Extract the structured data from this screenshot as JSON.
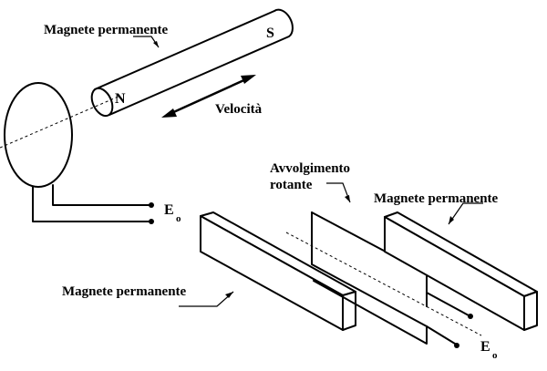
{
  "labels": {
    "top_magnet": "Magnete permanente",
    "south_pole": "S",
    "north_pole": "N",
    "velocity": "Velocità",
    "eo_top": "E",
    "eo_top_sub": "o",
    "coil_line1": "Avvolgimento",
    "coil_line2": "rotante",
    "right_magnet": "Magnete permanente",
    "left_magnet": "Magnete permanente",
    "eo_bottom": "E",
    "eo_bottom_sub": "o"
  },
  "colors": {
    "ink": "#000000",
    "background": "#ffffff"
  }
}
